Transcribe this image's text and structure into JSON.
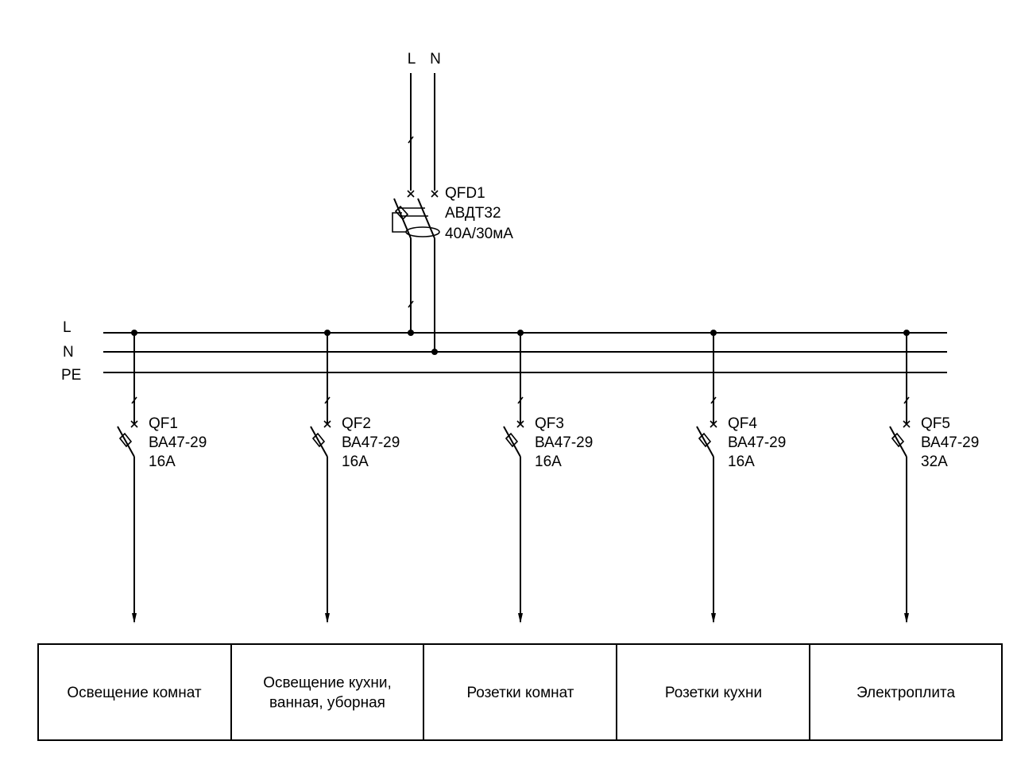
{
  "input": {
    "phase_label": "L",
    "neutral_label": "N"
  },
  "rcbo": {
    "designation": "QFD1",
    "model": "АВДТ32",
    "rating": "40А/30мА"
  },
  "bus": {
    "phase_label": "L",
    "neutral_label": "N",
    "earth_label": "PE"
  },
  "breakers": [
    {
      "designation": "QF1",
      "model": "ВА47-29",
      "rating": "16А"
    },
    {
      "designation": "QF2",
      "model": "ВА47-29",
      "rating": "16А"
    },
    {
      "designation": "QF3",
      "model": "ВА47-29",
      "rating": "16А"
    },
    {
      "designation": "QF4",
      "model": "ВА47-29",
      "rating": "16А"
    },
    {
      "designation": "QF5",
      "model": "ВА47-29",
      "rating": "32А"
    }
  ],
  "loads": [
    {
      "lines": [
        "Освещение комнат"
      ]
    },
    {
      "lines": [
        "Освещение кухни,",
        "ванная, уборная"
      ]
    },
    {
      "lines": [
        "Розетки комнат"
      ]
    },
    {
      "lines": [
        "Розетки кухни"
      ]
    },
    {
      "lines": [
        "Электроплита"
      ]
    }
  ],
  "colors": {
    "line": "#000000",
    "background": "#ffffff"
  }
}
